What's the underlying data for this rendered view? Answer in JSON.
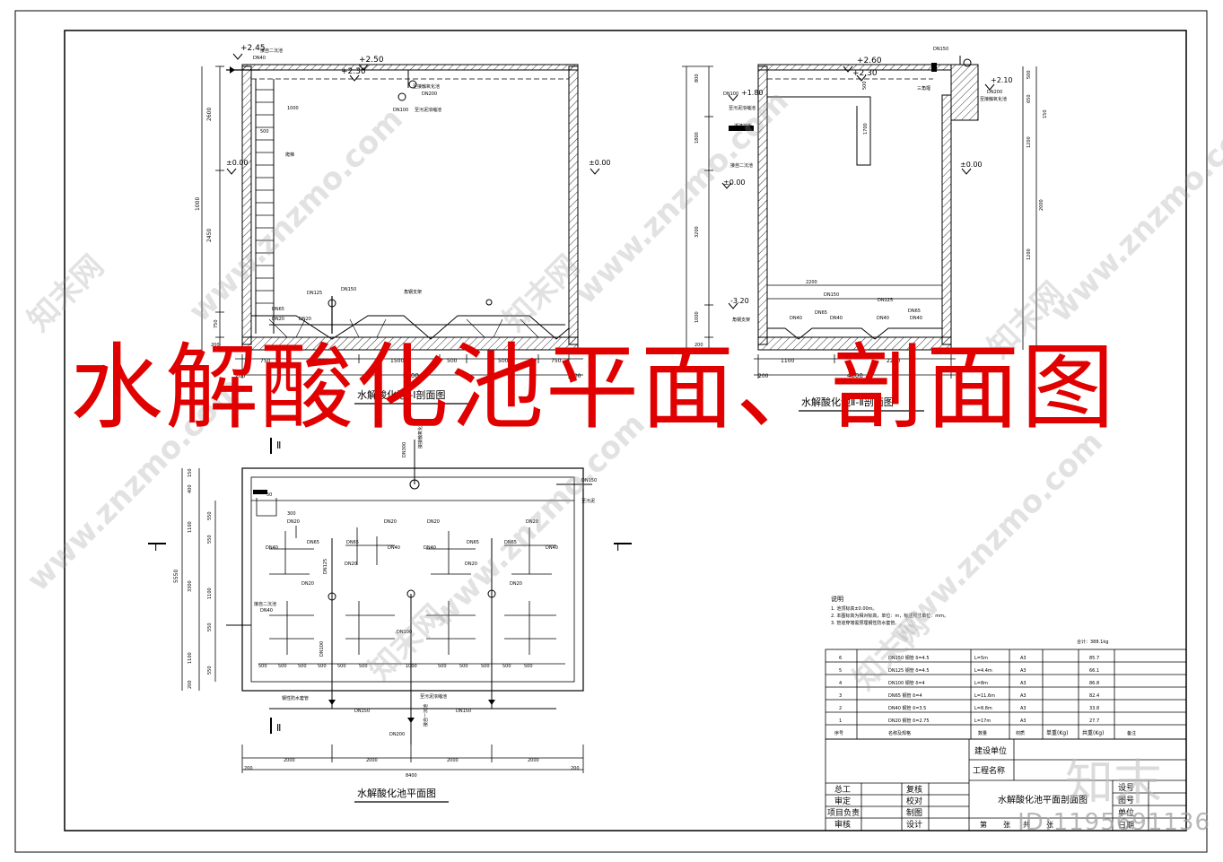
{
  "main_title": "水解酸化池平面、剖面图",
  "watermark": {
    "site": "www.znzmo.com",
    "brand": "知末网",
    "logo": "知末",
    "id": "ID:1195691136"
  },
  "section1": {
    "title": "水解酸化池Ⅰ-Ⅰ剖面图",
    "elev_top": "+2.45",
    "elev_wall": "+2.50",
    "elev_water": "+2.30",
    "elev_zero": "±0.00",
    "elev_zero_r": "±0.00",
    "label_dn40": "DN40",
    "label_to2": "接自二沉池",
    "label_dn200": "DN200",
    "label_to_oxic": "至接触氧化池",
    "label_dn100": "DN100",
    "label_sludge": "至污泥浓缩池",
    "label_ladder": "爬梯",
    "label_dn125": "DN125",
    "label_dn150": "DN150",
    "label_dn65": "DN65",
    "label_dn20a": "DN20",
    "label_dn20b": "DN20",
    "label_angle": "角钢支架",
    "dims_left": [
      "2600",
      "1000",
      "2450",
      "750",
      "200"
    ],
    "dim_500a": "500",
    "dim_1000": "1000",
    "dims_bottom": [
      "750",
      "1250",
      "1500",
      "500",
      "500",
      "750"
    ],
    "dim_total": "8400",
    "dim_200l": "200",
    "dim_200r": "200"
  },
  "section2": {
    "title": "水解酸化池Ⅱ-Ⅱ剖面图",
    "elev_top": "+2.60",
    "elev_water": "+2.30",
    "elev_180": "+1.80",
    "elev_210": "+2.10",
    "elev_zero": "±0.00",
    "elev_zero2": "±0.00",
    "elev_neg": "-3.20",
    "label_dn150": "DN150",
    "label_dn100": "DN100",
    "label_sludge": "至污泥浓缩池",
    "label_dn200": "DN200",
    "label_to_oxic": "至接触氧化池",
    "label_weir": "三角堰",
    "label_from2": "接自二沉池",
    "label_film": "浮渣挡板",
    "label_angle": "角钢支架",
    "label_dn150b": "DN150",
    "label_dn125": "DN125",
    "label_dn65": "DN65",
    "label_dn40": "DN40",
    "label_dn40b": "DN40",
    "label_dn65b": "DN65",
    "label_dn40c": "DN40",
    "label_dn40d": "DN40",
    "dim_2200": "2200",
    "dim_2200b": "2200",
    "dim_1100": "1100",
    "dim_total": "4800",
    "dim_200": "200",
    "dims_left": [
      "800",
      "1800",
      "3200",
      "1000",
      "200"
    ],
    "dims_right": [
      "500",
      "650",
      "150",
      "1200",
      "1200",
      "2000"
    ],
    "dim_500": "500",
    "dim_1700": "1700"
  },
  "plan": {
    "title": "水解酸化池平面图",
    "label_dn300": "DN300",
    "label_from_tank": "接接触氧化池",
    "label_dn150": "DN150",
    "label_to_sludge": "至污泥",
    "label_from2": "接自二沉池",
    "label_dn40": "DN40",
    "label_dn100": "DN100",
    "label_dn100b": "DN100",
    "label_sludge": "至污泥浓缩池",
    "label_sleeve": "钢性防水套管",
    "label_dn150a": "DN150",
    "label_dn150b": "DN150",
    "label_dn200": "DN200",
    "label_to_oxic": "接自一沉池",
    "label_sec_I": "Ⅰ",
    "label_sec_II": "Ⅱ",
    "dims_left": [
      "150",
      "400",
      "1100",
      "550",
      "550",
      "3300",
      "1100",
      "550",
      "550",
      "1100",
      "200"
    ],
    "dim_total_left": "5550",
    "dims_bottom": [
      "2000",
      "2000",
      "2000",
      "2000"
    ],
    "dim_total": "8400",
    "dim_200l": "200",
    "dim_200r": "200",
    "pipe_dims": [
      "500",
      "500",
      "500",
      "500",
      "500",
      "500",
      "1000",
      "500",
      "500",
      "500",
      "500",
      "500"
    ],
    "branch_labels": [
      "DN20",
      "DN20",
      "DN20",
      "DN20",
      "DN40",
      "DN65",
      "DN65",
      "DN40",
      "DN40",
      "DN65",
      "DN65",
      "DN40",
      "DN20",
      "DN20",
      "DN20",
      "DN20",
      "DN125"
    ],
    "dim_300": "300",
    "dim_50": "50"
  },
  "notes": {
    "title": "说明",
    "lines": [
      "1. 池顶标高±0.00m。",
      "2. 本图标高为相对标高，单位：m，标注尺寸单位：mm。",
      "3. 管道穿墙需预埋钢性防水套管。"
    ],
    "total": "合计：388.1kg"
  },
  "materials": {
    "rows": [
      {
        "no": "6",
        "name": "DN150 钢管  δ=4.5",
        "qty": "L=5m",
        "mat": "A3",
        "unit": "",
        "total": "85.7"
      },
      {
        "no": "5",
        "name": "DN125 钢管  δ=4.5",
        "qty": "L=4.4m",
        "mat": "A3",
        "unit": "",
        "total": "66.1"
      },
      {
        "no": "4",
        "name": "DN100 钢管  δ=4",
        "qty": "L=8m",
        "mat": "A3",
        "unit": "",
        "total": "86.8"
      },
      {
        "no": "3",
        "name": "DN65 钢管  δ=4",
        "qty": "L=11.6m",
        "mat": "A3",
        "unit": "",
        "total": "82.4"
      },
      {
        "no": "2",
        "name": "DN40 钢管  δ=3.5",
        "qty": "L=8.8m",
        "mat": "A3",
        "unit": "",
        "total": "33.8"
      },
      {
        "no": "1",
        "name": "DN20 钢管  δ=2.75",
        "qty": "L=17m",
        "mat": "A3",
        "unit": "",
        "total": "27.7"
      }
    ],
    "header": {
      "no": "序号",
      "name": "名称及规格",
      "qty": "数量",
      "mat": "材质",
      "unit": "单重(Kg)",
      "total": "共重(Kg)",
      "remark": "备注"
    }
  },
  "titleblock": {
    "build_unit": "建设单位",
    "project_name": "工程名称",
    "drawing_name": "水解酸化池平面剖面图",
    "chief": "总工",
    "review": "复核",
    "check": "审定",
    "verify": "校对",
    "pm": "项目负责",
    "draw": "制图",
    "audit": "审核",
    "design": "设计",
    "design_no": "设号",
    "drawing_no": "图号",
    "unit": "单位",
    "date": "日期",
    "sheet": "第",
    "sheet2": "张",
    "total_sheets": "共",
    "total2": "张"
  }
}
